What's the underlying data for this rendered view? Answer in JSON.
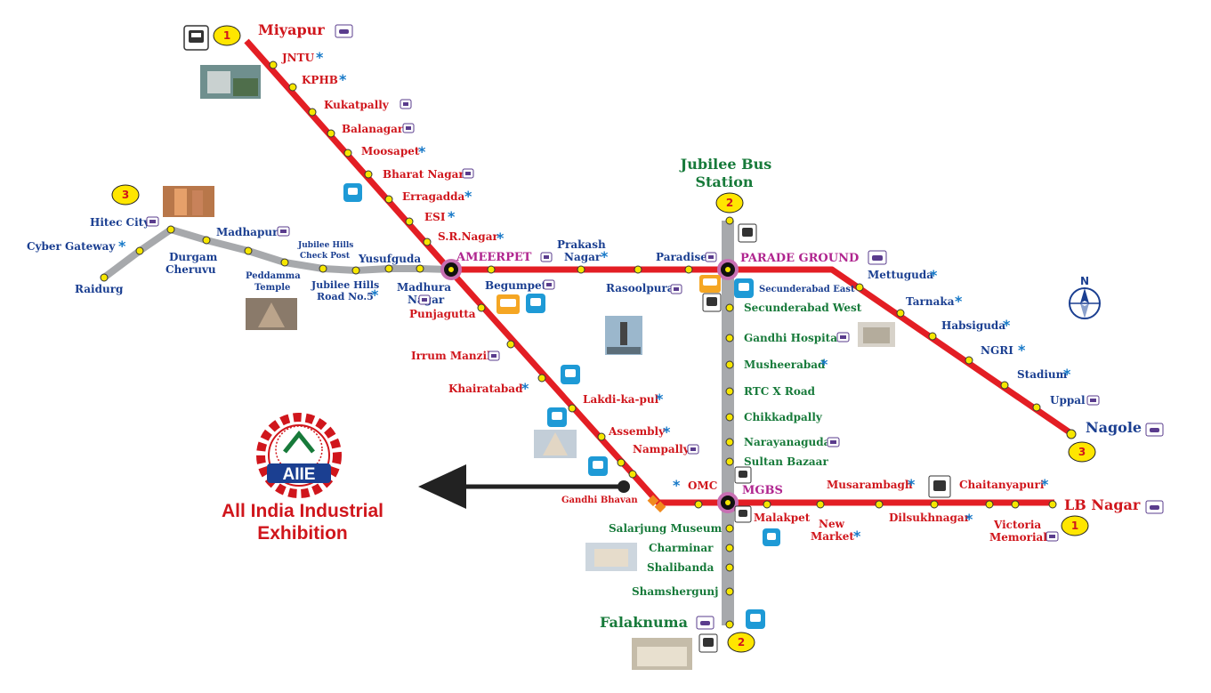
{
  "lines": {
    "red": {
      "number": "1",
      "start": "Miyapur",
      "end": "LB Nagar",
      "color": "#e31e24"
    },
    "blue": {
      "number": "3",
      "start": "Raidurg",
      "end": "Nagole",
      "color": "#e31e24"
    },
    "green": {
      "number": "2",
      "start": "Jubilee Bus Station",
      "end": "Falaknuma",
      "color": "#a7a9ac"
    }
  },
  "stations": {
    "miyapur": "Miyapur",
    "jntu": "JNTU",
    "kphb": "KPHB",
    "kukatpally": "Kukatpally",
    "balanagar": "Balanagar",
    "moosapet": "Moosapet",
    "bharat_nagar": "Bharat Nagar",
    "erragadda": "Erragadda",
    "esi": "ESI",
    "sr_nagar": "S.R.Nagar",
    "ameerpet": "AMEERPET",
    "begumpet": "Begumpet",
    "punjagutta": "Punjagutta",
    "irrum_manzil": "Irrum Manzil",
    "khairatabad": "Khairatabad",
    "lakdi_ka_pul": "Lakdi-ka-pul",
    "assembly": "Assembly",
    "nampally": "Nampally",
    "gandhi_bhavan": "Gandhi Bhavan",
    "omc": "OMC",
    "mgbs": "MGBS",
    "malakpet": "Malakpet",
    "new_market_1": "New",
    "new_market_2": "Market",
    "musarambagh": "Musarambagh",
    "dilsukhnagar": "Dilsukhnagar",
    "chaitanyapuri": "Chaitanyapuri",
    "victoria_1": "Victoria",
    "victoria_2": "Memorial",
    "lb_nagar": "LB Nagar",
    "hitec_city": "Hitec City",
    "cyber_gateway": "Cyber Gateway",
    "raidurg": "Raidurg",
    "durgam_1": "Durgam",
    "durgam_2": "Cheruvu",
    "madhapur": "Madhapur",
    "peddamma_1": "Peddamma",
    "peddamma_2": "Temple",
    "jh_check_1": "Jubilee Hills",
    "jh_check_2": "Check Post",
    "jh_road_1": "Jubilee Hills",
    "jh_road_2": "Road No.5",
    "yusufguda": "Yusufguda",
    "madhura_1": "Madhura",
    "madhura_2": "Nagar",
    "prakash_1": "Prakash",
    "prakash_2": "Nagar",
    "rasoolpura": "Rasoolpura",
    "paradise": "Paradise",
    "parade_ground": "PARADE GROUND",
    "mettuguda": "Mettuguda",
    "tarnaka": "Tarnaka",
    "habsiguda": "Habsiguda",
    "ngri": "NGRI",
    "stadium": "Stadium",
    "uppal": "Uppal",
    "nagole": "Nagole",
    "jbs_1": "Jubilee Bus",
    "jbs_2": "Station",
    "sec_east": "Secunderabad East",
    "sec_west": "Secunderabad West",
    "gandhi_hospital": "Gandhi Hospital",
    "musheerabad": "Musheerabad",
    "rtc_x_road": "RTC X Road",
    "chikkadpally": "Chikkadpally",
    "narayanaguda": "Narayanaguda",
    "sultan_bazaar": "Sultan Bazaar",
    "salarjung": "Salarjung Museum",
    "charminar": "Charminar",
    "shalibanda": "Shalibanda",
    "shamshergunj": "Shamshergunj",
    "falaknuma": "Falaknuma"
  },
  "exhibition": {
    "logo_text": "AIIE",
    "title_line1": "All India Industrial",
    "title_line2": "Exhibition"
  },
  "compass": {
    "label": "N"
  },
  "colors": {
    "red_line": "#e31e24",
    "grey_line": "#a7a9ac",
    "label_red": "#d0161c",
    "label_blue": "#1b3f91",
    "label_green": "#177a3a",
    "interchange": "#b0258f",
    "badge_yellow": "#ffe600",
    "bus_blue": "#1e9ad6"
  },
  "icons": [
    "bus-icon",
    "car-icon",
    "metro-star-icon",
    "train-icon",
    "compass-icon",
    "landmark-photo"
  ]
}
